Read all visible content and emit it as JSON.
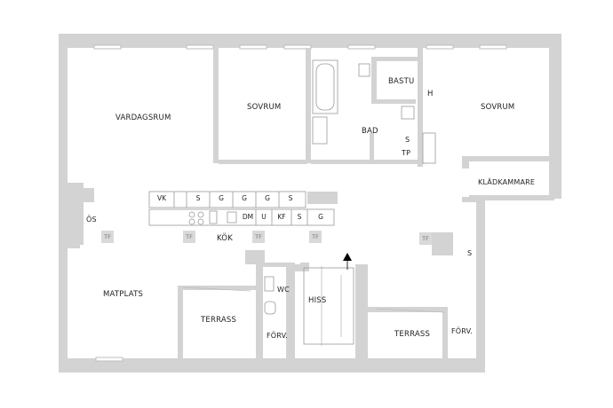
{
  "rooms": {
    "vardagsrum": "VARDAGSRUM",
    "sovrum_1": "SOVRUM",
    "bad": "BAD",
    "bastu": "BASTU",
    "h": "H",
    "sovrum_2": "SOVRUM",
    "s_small": "S",
    "tp": "TP",
    "kladkammare": "KLÄDKAMMARE",
    "os": "ÖS",
    "kok": "KÖK",
    "matplats": "MATPLATS",
    "terrass_1": "TERRASS",
    "wc": "WC",
    "forv_1": "FÖRV.",
    "hiss": "HISS",
    "terrass_2": "TERRASS",
    "forv_2": "FÖRV.",
    "s_wardrobe": "S"
  },
  "kitchen": {
    "upper_row": [
      "VK",
      "S",
      "G",
      "G",
      "G",
      "S"
    ],
    "lower_row": [
      "DM",
      "U",
      "KF",
      "S",
      "G"
    ]
  },
  "tf_markers": [
    "TF",
    "TF",
    "TF",
    "TF",
    "TF"
  ],
  "colors": {
    "wall": "#cfcfcf",
    "line": "#9a9a9a",
    "floor": "#ffffff",
    "text": "#222222"
  }
}
